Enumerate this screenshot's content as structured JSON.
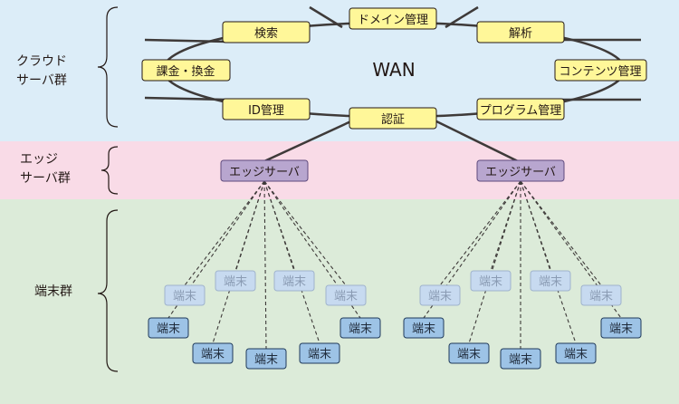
{
  "bands": {
    "cloud": {
      "label_line1": "クラウド",
      "label_line2": "サーバ群",
      "color": "#dcedf8"
    },
    "edge": {
      "label_line1": "エッジ",
      "label_line2": "サーバ群",
      "color": "#f9dbe7"
    },
    "terminal": {
      "label": "端末群",
      "color": "#dcebd9"
    }
  },
  "wan": {
    "label": "WAN"
  },
  "cloud_services": [
    {
      "label": "ドメイン管理"
    },
    {
      "label": "検索"
    },
    {
      "label": "解析"
    },
    {
      "label": "課金・換金"
    },
    {
      "label": "コンテンツ管理"
    },
    {
      "label": "ID管理"
    },
    {
      "label": "認証"
    },
    {
      "label": "プログラム管理"
    }
  ],
  "edge_servers": [
    {
      "label": "エッジサーバ"
    },
    {
      "label": "エッジサーバ"
    }
  ],
  "terminals": {
    "label": "端末",
    "groups": [
      {
        "faded": [
          {
            "label": "端末"
          },
          {
            "label": "端末"
          },
          {
            "label": "端末"
          },
          {
            "label": "端末"
          }
        ],
        "solid": [
          {
            "label": "端末"
          },
          {
            "label": "端末"
          },
          {
            "label": "端末"
          },
          {
            "label": "端末"
          },
          {
            "label": "端末"
          }
        ]
      },
      {
        "faded": [
          {
            "label": "端末"
          },
          {
            "label": "端末"
          },
          {
            "label": "端末"
          },
          {
            "label": "端末"
          }
        ],
        "solid": [
          {
            "label": "端末"
          },
          {
            "label": "端末"
          },
          {
            "label": "端末"
          },
          {
            "label": "端末"
          },
          {
            "label": "端末"
          }
        ]
      }
    ]
  },
  "colors": {
    "service_fill": "#fff799",
    "service_stroke": "#231815",
    "edge_fill": "#b8a6cf",
    "edge_stroke": "#5e4a7d",
    "terminal_fill": "#9dc3e6",
    "terminal_stroke": "#1f3a5a",
    "terminal_faded_fill": "#c7daf0",
    "terminal_faded_stroke": "#9fb3cc",
    "line": "#3e3a39"
  }
}
